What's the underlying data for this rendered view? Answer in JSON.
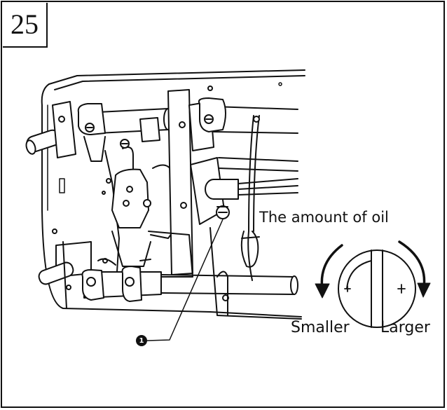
{
  "step_number": "25",
  "labels": {
    "oil_amount": "The amount of oil",
    "smaller": "Smaller",
    "larger": "Larger"
  },
  "callout": "1",
  "icons": {
    "screw": "oil-adjust-screw-icon",
    "dial": "oil-dial-icon"
  },
  "colors": {
    "line": "#111111",
    "background": "#ffffff"
  }
}
